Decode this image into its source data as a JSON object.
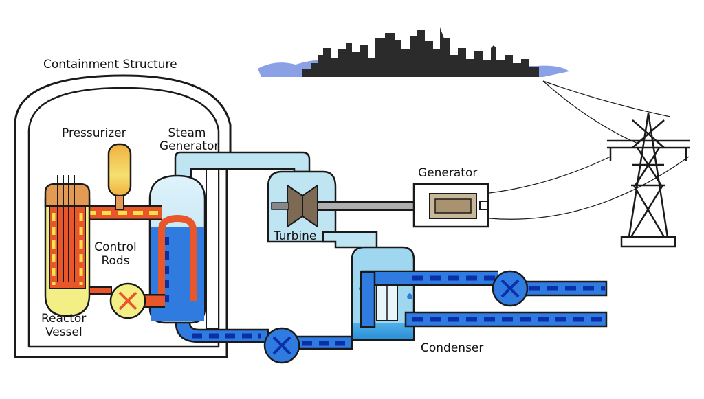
{
  "labels": {
    "containment": "Containment Structure",
    "pressurizer": "Pressurizer",
    "steam_generator_line1": "Steam",
    "steam_generator_line2": "Generator",
    "control_rods_line1": "Control",
    "control_rods_line2": "Rods",
    "reactor_vessel_line1": "Reactor",
    "reactor_vessel_line2": "Vessel",
    "turbine": "Turbine",
    "generator": "Generator",
    "condenser": "Condenser"
  },
  "colors": {
    "outline": "#1a1a1a",
    "hot_loop": "#e8562a",
    "hot_dash": "#ffe14a",
    "cold_loop": "#2f7be0",
    "cold_dash": "#0b2fa8",
    "steam": "#bfe4f2",
    "reactor_vessel": "#f3ef86",
    "reactor_head": "#e39a55",
    "pressurizer_top": "#f0b040",
    "skyline": "#2b2b2b",
    "sky_band": "#8aa1e6"
  }
}
